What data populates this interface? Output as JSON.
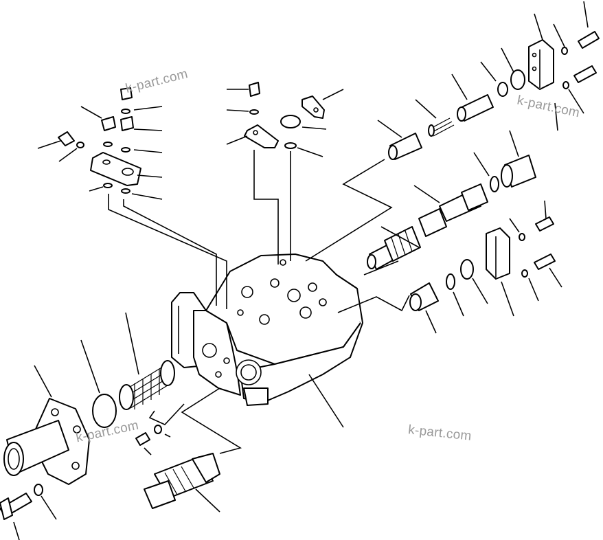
{
  "watermarks": [
    "k-part.com",
    "k-part.com",
    "k-part.com",
    "k-part.com"
  ],
  "colors": {
    "line": "#000000",
    "watermark": "#9a9a9a",
    "background": "#ffffff"
  }
}
